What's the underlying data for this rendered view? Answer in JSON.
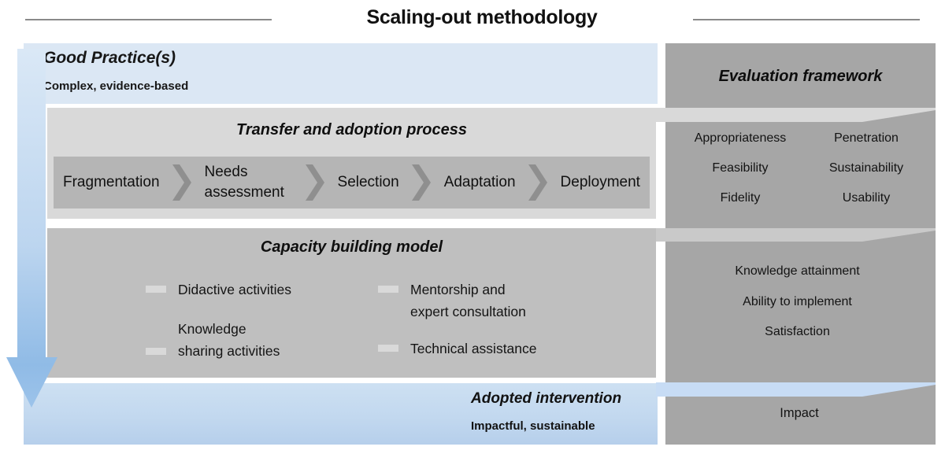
{
  "title": "Scaling-out methodology",
  "good_practice": {
    "title": "Good Practice(s)",
    "subtitle": "Complex, evidence-based"
  },
  "transfer_process": {
    "title": "Transfer and adoption process",
    "steps": [
      "Fragmentation",
      "Needs assessment",
      "Selection",
      "Adaptation",
      "Deployment"
    ]
  },
  "capacity_model": {
    "title": "Capacity building model",
    "items": [
      "Didactive activities",
      "Knowledge sharing activities",
      "Mentorship and expert consultation",
      "Technical assistance"
    ]
  },
  "evaluation": {
    "title": "Evaluation framework",
    "transfer_outcomes_col1": [
      "Appropriateness",
      "Feasibility",
      "Fidelity"
    ],
    "transfer_outcomes_col2": [
      "Penetration",
      "Sustainability",
      "Usability"
    ],
    "capacity_outcomes": [
      "Knowledge attainment",
      "Ability to implement",
      "Satisfaction"
    ],
    "impact_label": "Impact"
  },
  "adopted_intervention": {
    "title": "Adopted intervention",
    "subtitle": "Impactful, sustainable"
  },
  "colors": {
    "light_blue_panel": "#dbe7f4",
    "blue_band": "#c2d8ef",
    "blue_swoosh": "#c7dcf5",
    "arrow_blue": "#7fb1e2",
    "light_gray": "#d9d9d9",
    "mid_gray": "#bfbfbf",
    "chevron_row_gray": "#b5b5b5",
    "dark_panel_gray": "#a6a6a6"
  }
}
